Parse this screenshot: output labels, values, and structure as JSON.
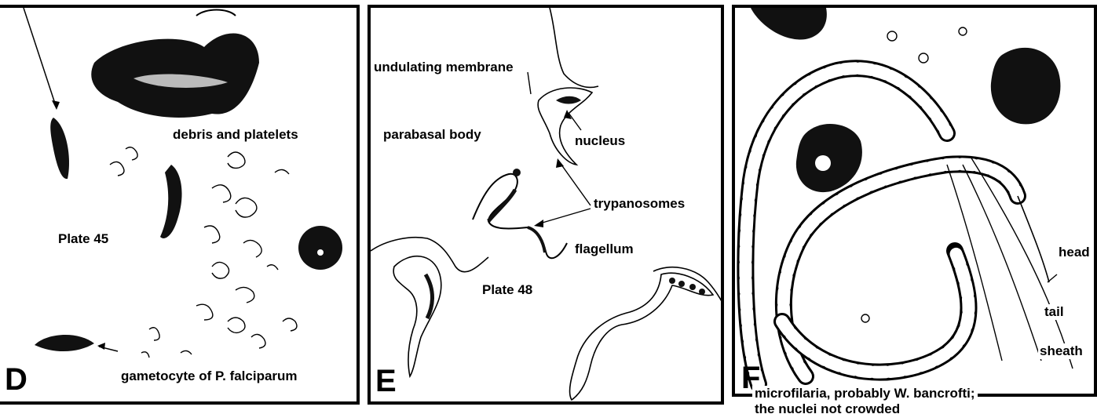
{
  "panel_d": {
    "letter": "D",
    "plate": "Plate 45",
    "labels": {
      "debris": "debris and platelets",
      "gametocyte": "gametocyte of P. falciparum"
    }
  },
  "panel_e": {
    "letter": "E",
    "plate": "Plate 48",
    "labels": {
      "undulating": "undulating membrane",
      "parabasal": "parabasal body",
      "nucleus": "nucleus",
      "trypanosomes": "trypanosomes",
      "flagellum": "flagellum"
    }
  },
  "panel_f": {
    "letter": "F",
    "labels": {
      "head": "head",
      "tail": "tail",
      "sheath": "sheath"
    },
    "caption_line1": "microfilaria, probably W. bancrofti;",
    "caption_line2": "the nuclei not crowded"
  }
}
